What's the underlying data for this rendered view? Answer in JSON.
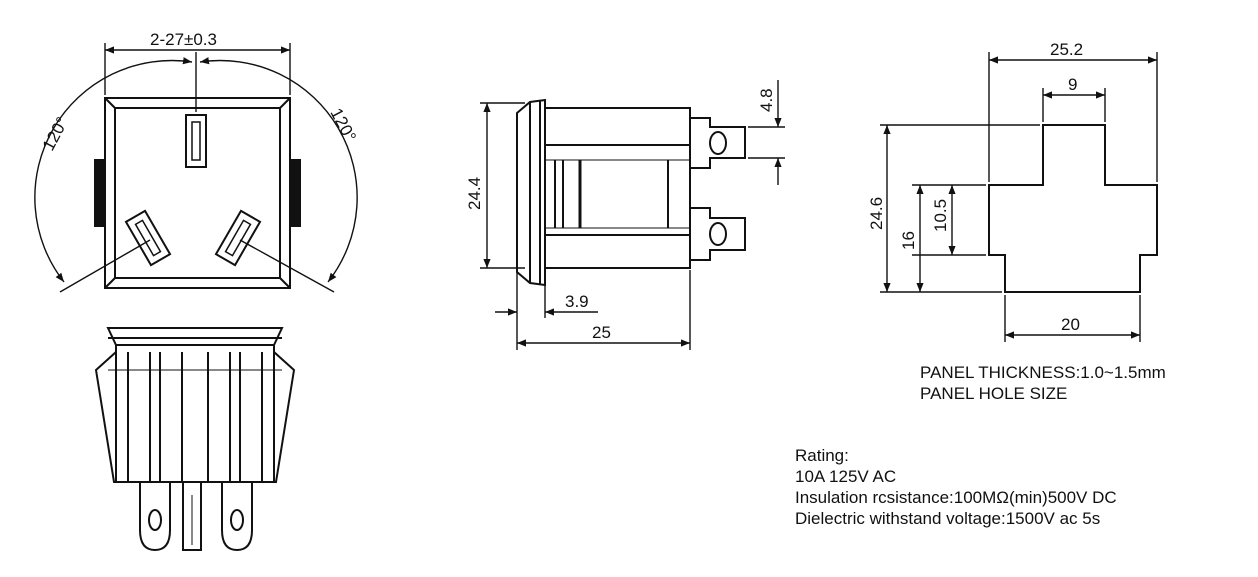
{
  "dimensions": {
    "front_width": "2-27±0.3",
    "angle_left": "120°",
    "angle_right": "120°",
    "side_height": "24.4",
    "side_tab": "4.8",
    "side_flange": "3.9",
    "side_depth": "25",
    "cutout_top_width": "25.2",
    "cutout_top_step": "9",
    "cutout_height_total": "24.6",
    "cutout_height_mid": "16",
    "cutout_height_inner": "10.5",
    "cutout_bottom_width": "20"
  },
  "panel": {
    "thickness": "PANEL THICKNESS:1.0~1.5mm",
    "hole_size": "PANEL HOLE SIZE"
  },
  "rating": {
    "title": "Rating:",
    "lines": [
      "10A 125V AC",
      "Insulation rcsistance:100MΩ(min)500V  DC",
      "Dielectric withstand voltage:1500V ac 5s"
    ]
  }
}
